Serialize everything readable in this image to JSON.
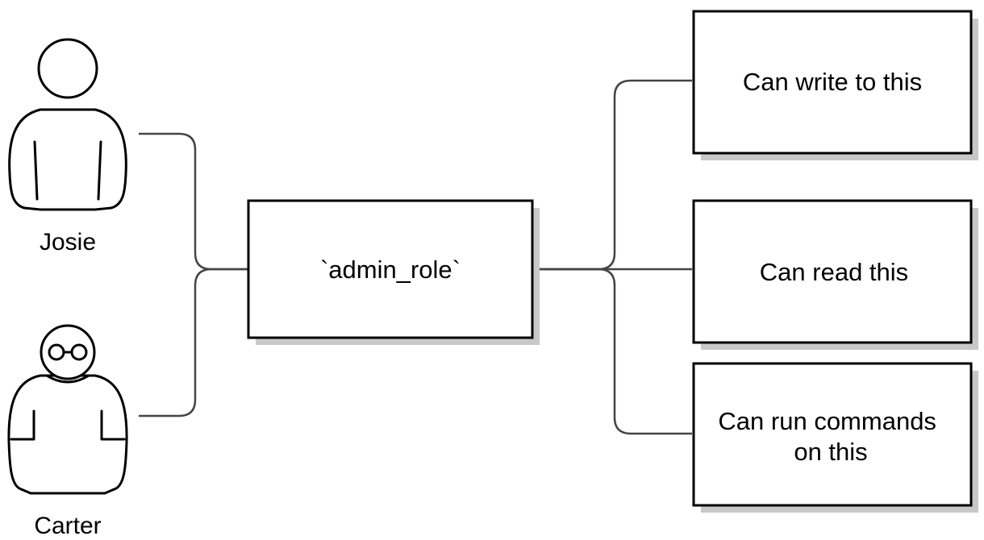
{
  "diagram": {
    "users": [
      {
        "name": "Josie",
        "icon": "person-icon"
      },
      {
        "name": "Carter",
        "icon": "person-with-glasses-icon"
      }
    ],
    "role": {
      "label": "`admin_role`"
    },
    "permissions": [
      {
        "label": "Can write to this"
      },
      {
        "label": "Can read this"
      },
      {
        "label_lines": [
          "Can run commands",
          "on this"
        ]
      }
    ],
    "colors": {
      "stroke": "#000000",
      "connector": "#444444",
      "shadow": "#c8c8c8",
      "fill": "#ffffff"
    }
  }
}
